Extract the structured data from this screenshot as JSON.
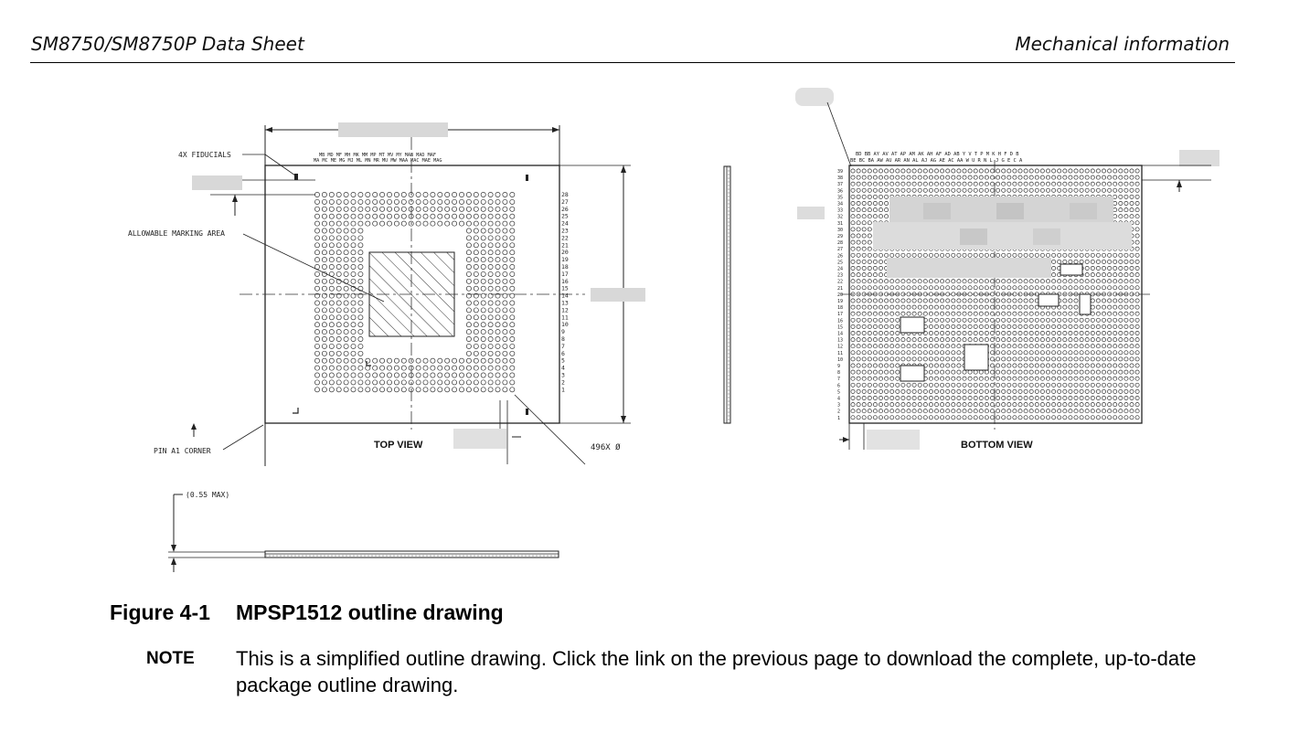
{
  "header": {
    "left": "SM8750/SM8750P Data Sheet",
    "right": "Mechanical information"
  },
  "drawing": {
    "fiducials_label": "4X FIDUCIALS",
    "marking_area_label": "ALLOWABLE MARKING AREA",
    "pin_corner_label": "PIN A1 CORNER",
    "top_view_label": "TOP VIEW",
    "bottom_view_label": "BOTTOM VIEW",
    "ball_count_label": "496X Ø",
    "height_label": "(0.55 MAX)",
    "top_col_labels_upper": "MB  MD  MF  MH  MK  MM  MP  MT  MV  MY  MAB MAD MAF",
    "top_col_labels_lower": "MA  MC  ME  MG  MJ  ML  MN  MR  MU  MW  MAA MAC MAE MAG",
    "top_row_labels": [
      "28",
      "27",
      "26",
      "25",
      "24",
      "23",
      "22",
      "21",
      "20",
      "19",
      "18",
      "17",
      "16",
      "15",
      "14",
      "13",
      "12",
      "11",
      "10",
      "9",
      "8",
      "7",
      "6",
      "5",
      "4",
      "3",
      "2",
      "1"
    ],
    "bottom_col_labels_upper": "BD BB AY AV AT AP AM AK AH AF AD AB Y V T P M K H F D B",
    "bottom_col_labels_lower": "BE BC BA AW AU AR AN AL AJ AG AE AC AA W U R N L J G E C A",
    "bottom_row_labels": [
      "39",
      "38",
      "37",
      "36",
      "35",
      "34",
      "33",
      "32",
      "31",
      "30",
      "29",
      "28",
      "27",
      "26",
      "25",
      "24",
      "23",
      "22",
      "21",
      "20",
      "19",
      "18",
      "17",
      "16",
      "15",
      "14",
      "13",
      "12",
      "11",
      "10",
      "9",
      "8",
      "7",
      "6",
      "5",
      "4",
      "3",
      "2",
      "1"
    ]
  },
  "figure": {
    "number": "Figure 4-1",
    "title": "MPSP1512 outline drawing"
  },
  "note": {
    "label": "NOTE",
    "text": "This is a simplified outline drawing. Click the link on the previous page to download the complete, up-to-date package outline drawing."
  }
}
